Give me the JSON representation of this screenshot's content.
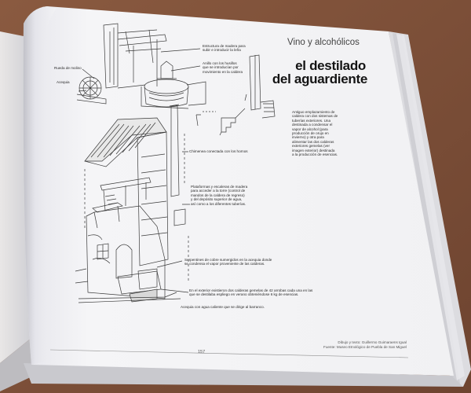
{
  "book": {
    "section": "Vino y alcohólicos",
    "title_line1": "el destilado",
    "title_line2": "del aguardiente",
    "page_number": "157",
    "credit_line1": "Dibujo y texto: Guillermo Guimaraens Igual",
    "credit_line2": "Fuente: Museo Etnológico de Puebla de San Miguel"
  },
  "sidebar": {
    "text": "Antiguo emplazamiento de\ncaldera con dos sistemas de\ntuberías exteriores. Una\ndestinada a condensar el\nvapor de alcohol (para\nproducción de orujo en\ninvierno) y otra para\nalimentar las dos calderas\nexteriores gemelas (ver\nimagen exterior) destinada\na la producción de esencias."
  },
  "labels": {
    "rueda": "Rueda de molino",
    "acequia": "Acequia",
    "estructura": "Estructura de madera para\nsubir e introducir la leña",
    "anillo": "Anillo con los husillos\nque se introducían por\nmovimiento en la caldera",
    "chimenea": "Chimenea conectada con los hornos",
    "plataformas": "Plataformas y escaleras de madera\npara acceder a la torre (control de\nmandos de la caldera de regreso)\ny del depósito superior de agua,\nasí como a los diferentes tuberías.",
    "serpentines": "Serpentines de cobre sumergidos en la acequia donde\nse condensa el vapor proveniente de las calderas.",
    "exterior": "En el exterior existieron dos calderas gemelas de 42 arrobas cada una en las\nque se destilaba espliego en verano obteniéndose 6 kg de esencias.",
    "acequia_agua": "Acequia con agua caliente que se dirige al barranco."
  }
}
